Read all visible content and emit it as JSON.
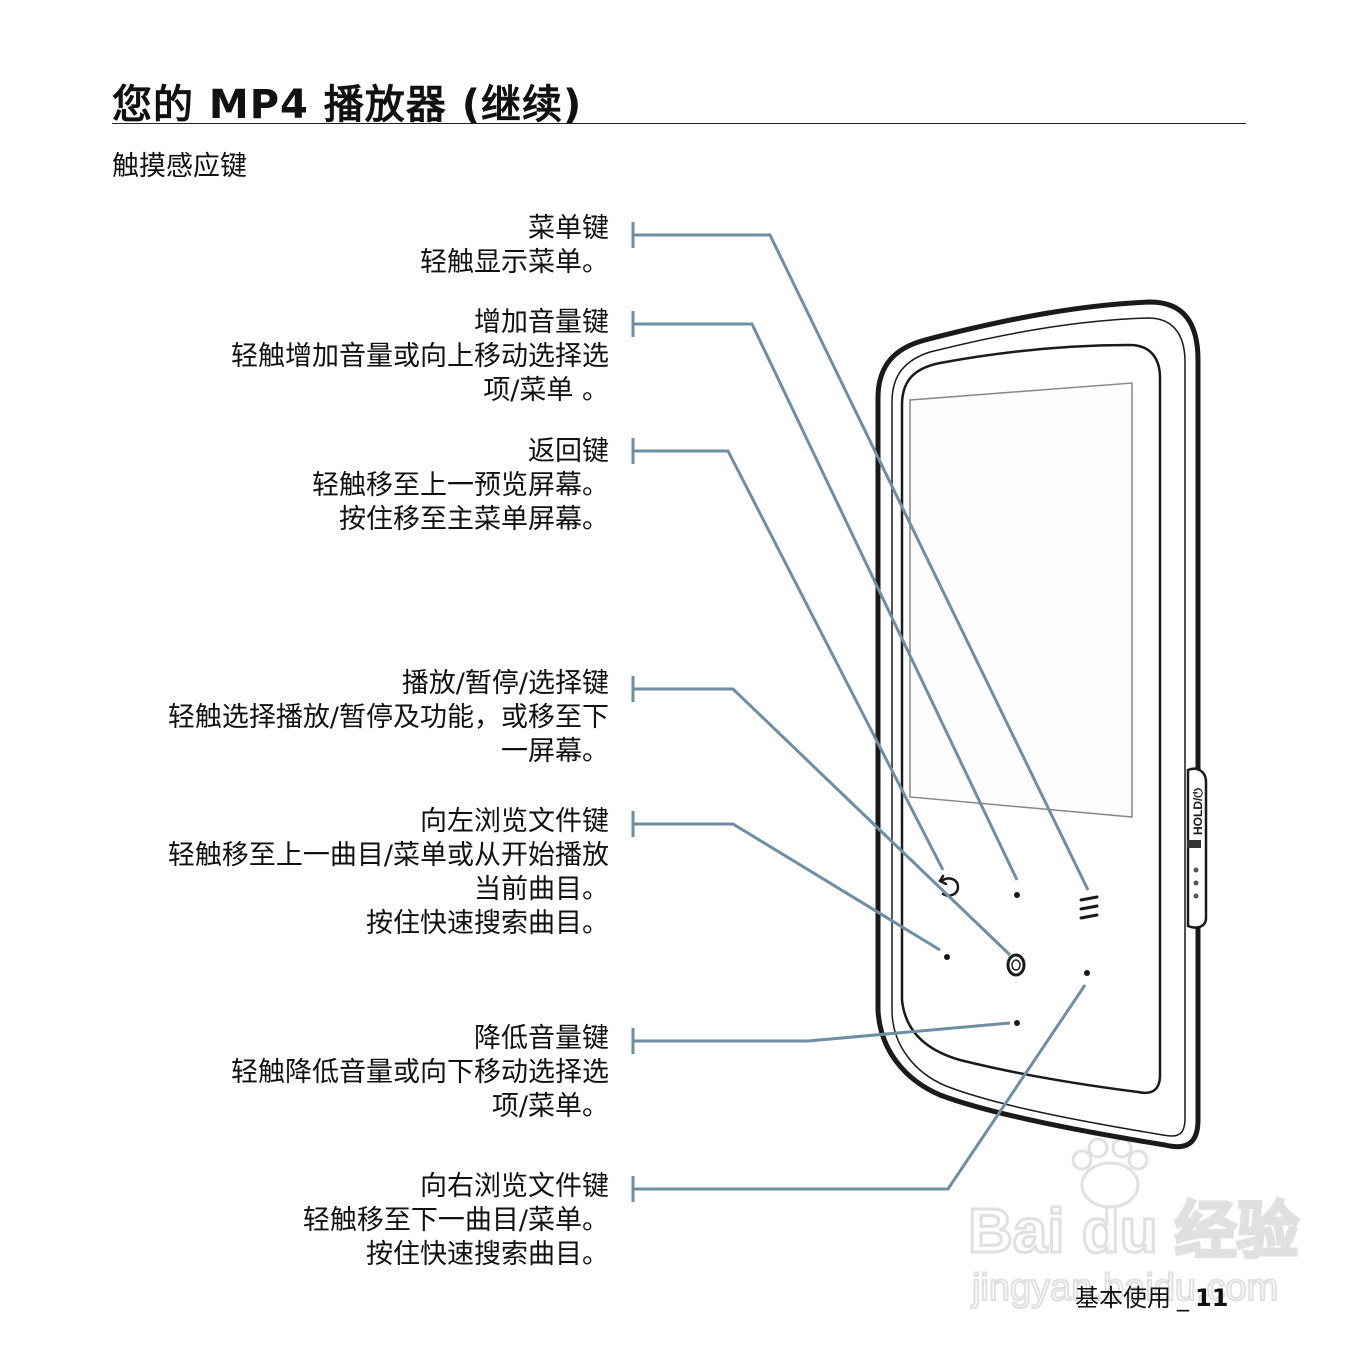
{
  "page": {
    "title": "您的 MP4 播放器 (继续)",
    "subtitle": "触摸感应键"
  },
  "callouts": [
    {
      "head": "菜单键",
      "lines": [
        "轻触显示菜单。"
      ]
    },
    {
      "head": "增加音量键",
      "lines": [
        "轻触增加音量或向上移动选择选",
        "项/菜单 。"
      ]
    },
    {
      "head": "返回键",
      "lines": [
        "轻触移至上一预览屏幕。",
        "按住移至主菜单屏幕。"
      ]
    },
    {
      "head": "播放/暂停/选择键",
      "lines": [
        "轻触选择播放/暂停及功能，或移至下",
        "一屏幕。"
      ]
    },
    {
      "head": "向左浏览文件键",
      "lines": [
        "轻触移至上一曲目/菜单或从开始播放",
        "当前曲目。",
        "按住快速搜索曲目。"
      ]
    },
    {
      "head": "降低音量键",
      "lines": [
        "轻触降低音量或向下移动选择选",
        "项/菜单。"
      ]
    },
    {
      "head": "向右浏览文件键",
      "lines": [
        "轻触移至下一曲目/菜单。",
        "按住快速搜索曲目。"
      ]
    }
  ],
  "device": {
    "hold_label": "HOLD/⏻",
    "icons": [
      "back-arrow-icon",
      "menu-lines-icon",
      "circle-button-icon"
    ]
  },
  "colors": {
    "leader_line": "#6e8fa3",
    "outline": "#1a1a1a"
  },
  "footer": {
    "section": "基本使用",
    "separator": "_",
    "page_number": "11"
  },
  "watermark": {
    "brand": "Bai du 经验",
    "url": "jingyan.baidu.com"
  }
}
